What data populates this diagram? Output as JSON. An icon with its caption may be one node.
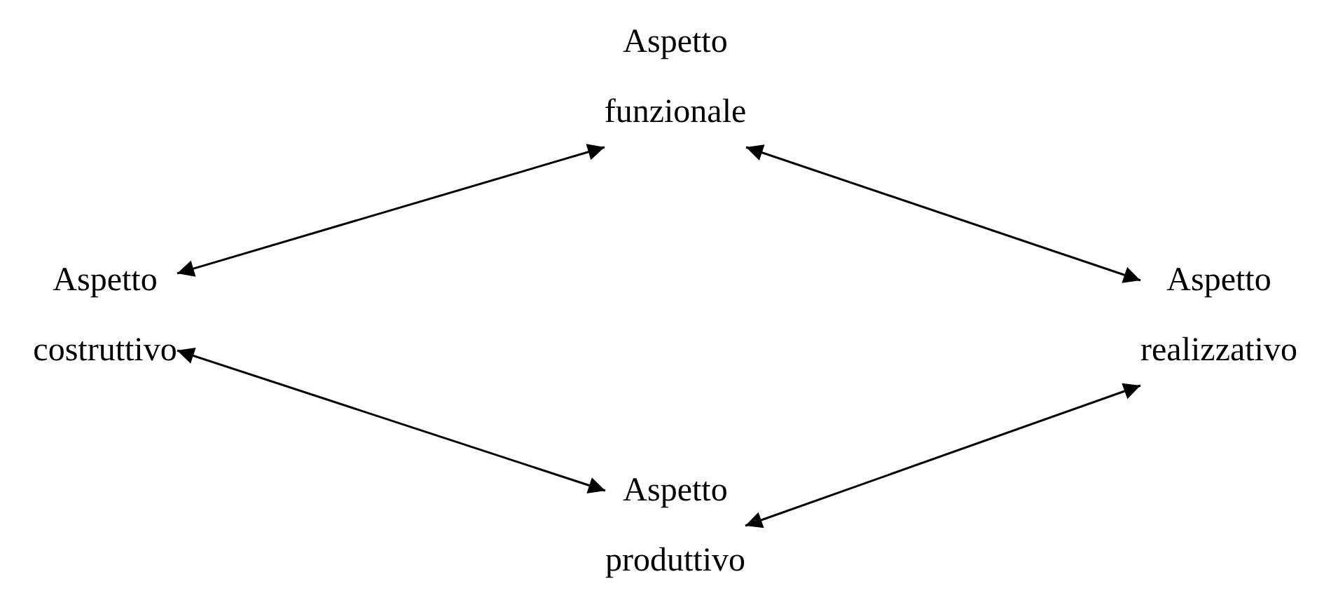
{
  "diagram": {
    "nodes": [
      {
        "text": [
          "Aspetto funzionale"
        ]
      },
      {
        "text": [
          "Aspetto costruttivo"
        ]
      },
      {
        "text": [
          "Aspetto realizzativo"
        ]
      },
      {
        "text": [
          "Aspetto produttivo"
        ]
      }
    ],
    "edges": [
      {
        "from": 0,
        "to": 1,
        "arrow": "both"
      },
      {
        "from": 0,
        "to": 2,
        "arrow": "both"
      },
      {
        "from": 1,
        "to": 3,
        "arrow": "both"
      },
      {
        "from": 2,
        "to": 3,
        "arrow": "both"
      }
    ]
  }
}
